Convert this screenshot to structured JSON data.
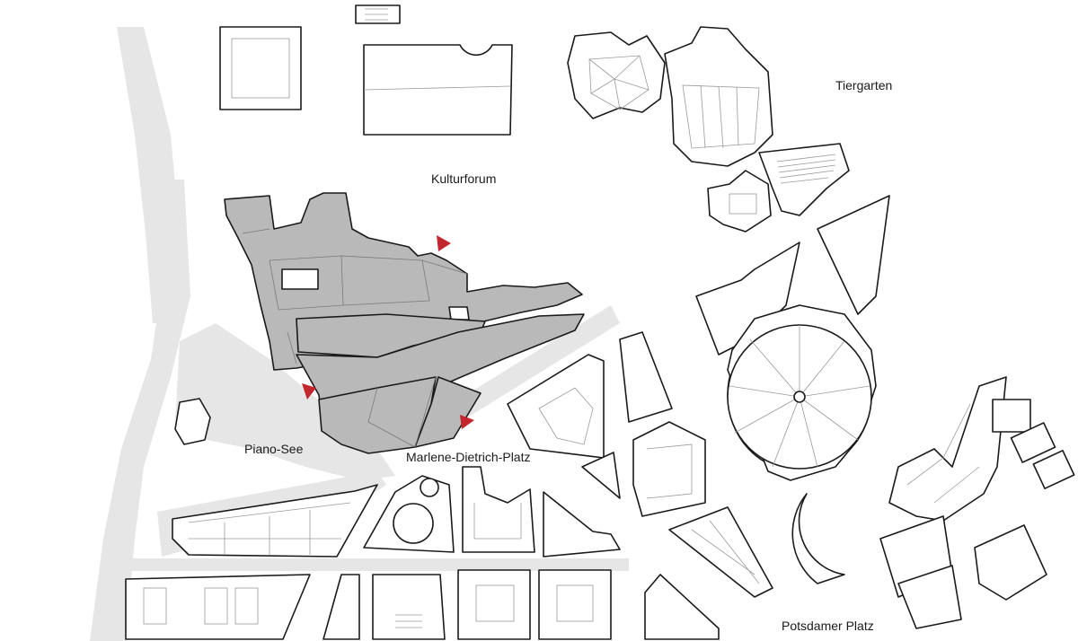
{
  "labels": {
    "tiergarten": "Tiergarten",
    "kulturforum": "Kulturforum",
    "piano_see": "Piano-See",
    "marlene": "Marlene-Dietrich-Platz",
    "potsdamer": "Potsdamer Platz"
  },
  "colors": {
    "highlight": "#b9b9b9",
    "marker": "#c1272d",
    "road": "#e6e6e6",
    "outline": "#1a1a1a"
  }
}
